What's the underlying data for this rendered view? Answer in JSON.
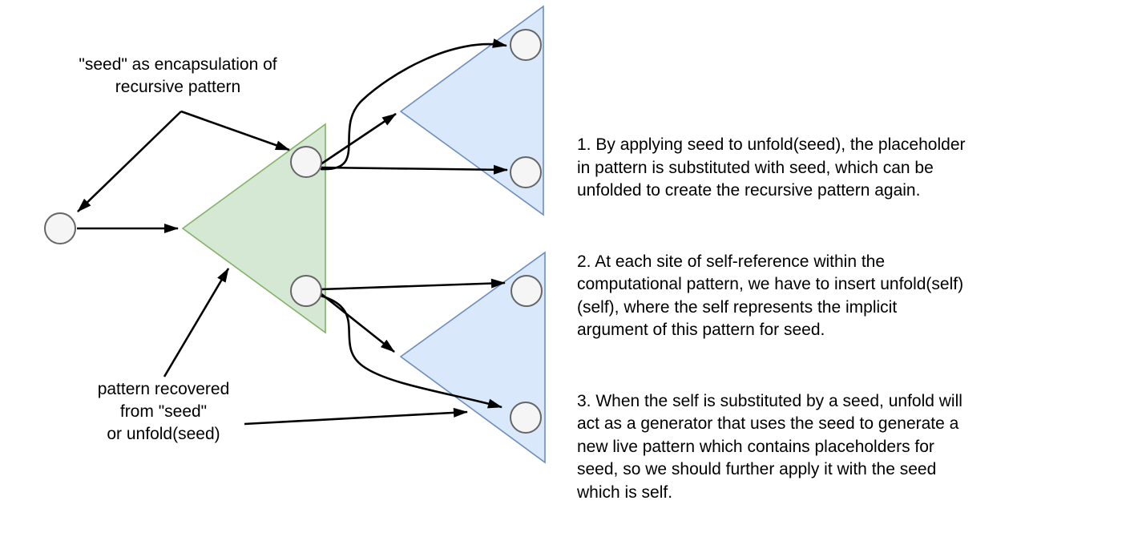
{
  "diagram": {
    "labels": {
      "seed": "\"seed\" as encapsulation of\nrecursive pattern",
      "pattern": "pattern recovered\nfrom \"seed\"\nor unfold(seed)"
    },
    "colors": {
      "background": "#ffffff",
      "green_triangle_fill": "#d5e8d4",
      "green_triangle_stroke": "#82b366",
      "blue_triangle_fill": "#dae8fc",
      "blue_triangle_stroke": "#6c8ebf",
      "node_fill": "#f5f5f5",
      "node_stroke": "#666666",
      "arrow": "#000000",
      "text": "#000000"
    }
  },
  "notes": {
    "paragraphs": [
      "1. By applying seed to unfold(seed), the placeholder\nin pattern is substituted with seed, which can be\nunfolded to create the recursive pattern again.",
      "2. At each site of self-reference within the\ncomputational pattern, we have to insert unfold(self)\n(self), where the self represents the implicit\nargument of this pattern for seed.",
      "3. When the self is substituted by a seed, unfold will\nact as a generator that uses the seed to generate a\nnew live pattern which contains placeholders for\nseed, so we should further apply it with the seed\nwhich is self."
    ]
  }
}
